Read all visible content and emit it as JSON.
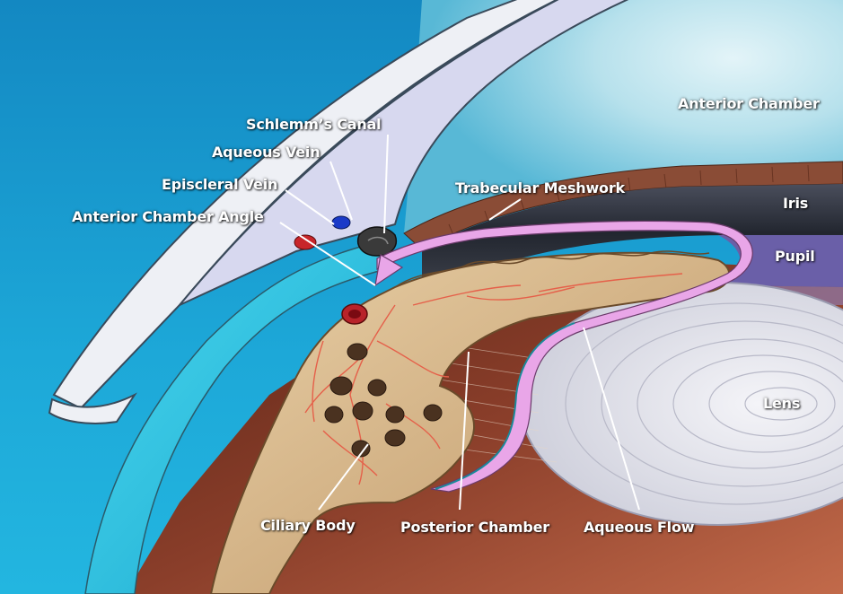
{
  "labels": {
    "schlemms_canal": "Schlemm’s Canal",
    "aqueous_vein": "Aqueous Vein",
    "episcleral_vein": "Episcleral Vein",
    "anterior_chamber_angle": "Anterior Chamber Angle",
    "trabecular_meshwork": "Trabecular Meshwork",
    "anterior_chamber": "Anterior Chamber",
    "iris": "Iris",
    "pupil": "Pupil",
    "lens": "Lens",
    "ciliary_body": "Ciliary Body",
    "posterior_chamber": "Posterior Chamber",
    "aqueous_flow": "Aqueous Flow"
  },
  "colors": {
    "background_blue": "#1fa3d6",
    "anterior_chamber_fluid": "#bfe6ef",
    "cornea_white": "#eef0f5",
    "sclera_cyan": "#2cc7e0",
    "iris_dark": "#2e3340",
    "iris_band": "#6a5fa8",
    "ciliary_tan": "#d8b98e",
    "vessel_red": "#e0604a",
    "lens_white": "#e8e8ee",
    "flow_pink": "#e9a6e8",
    "posterior_brown": "#8a3e2a"
  }
}
